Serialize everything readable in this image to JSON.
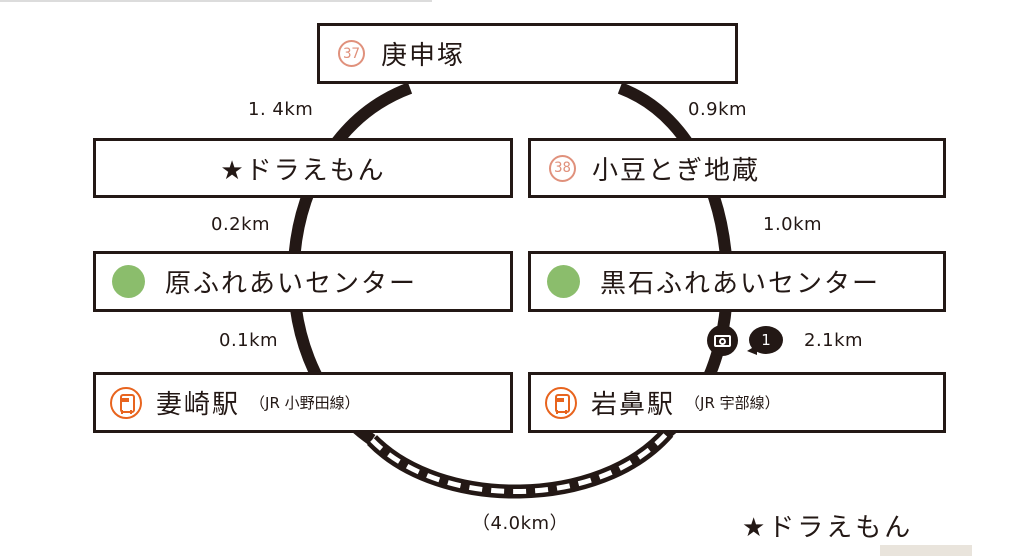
{
  "route": {
    "stations": [
      {
        "id": "koshinzuka",
        "label": "庚申塚",
        "marker": "number",
        "marker_text": "37"
      },
      {
        "id": "doraemon",
        "label": "★ドラえもん",
        "marker": "none"
      },
      {
        "id": "azuki",
        "label": "小豆とぎ地蔵",
        "marker": "number",
        "marker_text": "38"
      },
      {
        "id": "hara",
        "label": "原ふれあいセンター",
        "marker": "green-dot"
      },
      {
        "id": "kuroishi",
        "label": "黒石ふれあいセンター",
        "marker": "green-dot"
      },
      {
        "id": "tsumasaki",
        "label": "妻崎駅",
        "note": "（JR 小野田線）",
        "marker": "train-icon"
      },
      {
        "id": "iwahana",
        "label": "岩鼻駅",
        "note": "（JR 宇部線）",
        "marker": "train-icon"
      }
    ],
    "distances": {
      "koshinzuka_doraemon": "1. 4km",
      "koshinzuka_azuki": "0.9km",
      "doraemon_hara": "0.2km",
      "azuki_kuroishi": "1.0km",
      "hara_tsumasaki": "0.1km",
      "kuroishi_iwahana": "2.1km",
      "railway": "（4.0km）"
    },
    "photo_spot": {
      "icon": "camera-icon",
      "count": "1"
    },
    "colors": {
      "number_marker": "#e0917c",
      "green_dot": "#8bbd6c",
      "train": "#e8641e",
      "line": "#231815"
    }
  },
  "footer": {
    "label": "★ドラえもん"
  }
}
